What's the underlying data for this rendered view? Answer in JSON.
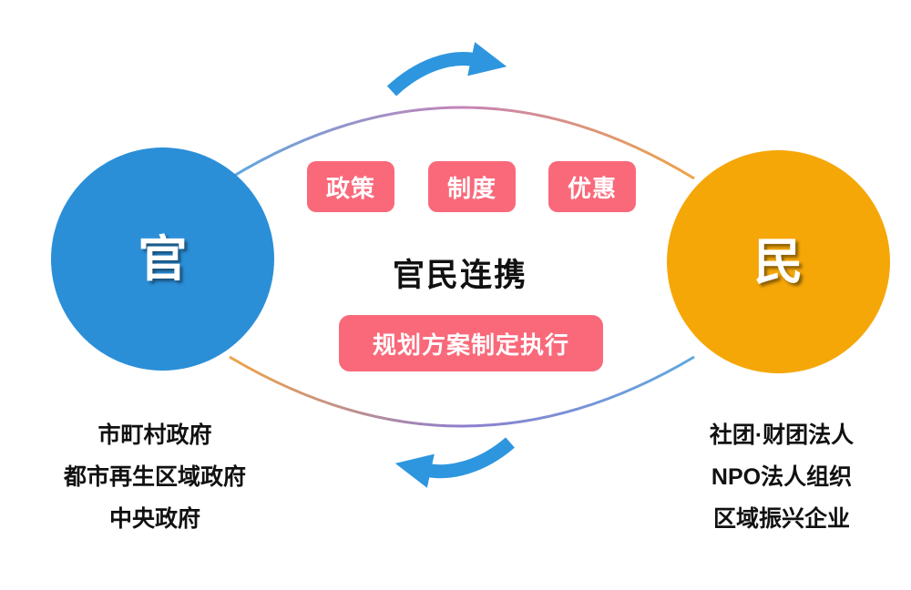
{
  "diagram": {
    "title": "官民连携",
    "badges": [
      "政策",
      "制度",
      "优惠"
    ],
    "process_badge": "规划方案制定执行",
    "left": {
      "label": "官",
      "items": [
        "市町村政府",
        "都市再生区域政府",
        "中央政府"
      ]
    },
    "right": {
      "label": "民",
      "items": [
        "社团·财团法人",
        "NPO法人组织",
        "区域振兴企业"
      ]
    },
    "colors": {
      "gov": "#2B8FD8",
      "citizen": "#F5A708",
      "badge": "#F9697A",
      "arrow": "#2E96DE",
      "text": "#111111"
    },
    "icons": {
      "top_arrow": "curved-arrow-right",
      "bottom_arrow": "curved-arrow-left"
    }
  }
}
